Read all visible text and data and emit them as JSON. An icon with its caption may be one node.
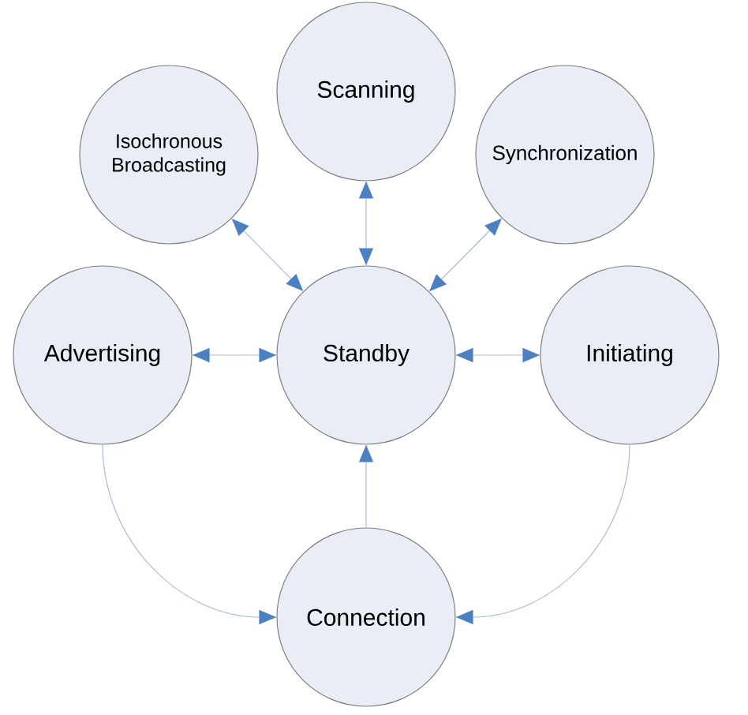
{
  "diagram": {
    "nodes": [
      {
        "text": [
          "Scanning"
        ]
      },
      {
        "text": [
          "Isochronous Broadcasting"
        ]
      },
      {
        "text": [
          "Synchronization"
        ]
      },
      {
        "text": [
          "Advertising"
        ]
      },
      {
        "text": [
          "Standby"
        ]
      },
      {
        "text": [
          "Initiating"
        ]
      },
      {
        "text": [
          "Connection"
        ]
      }
    ],
    "edges": [
      {
        "from": 4,
        "to": 0,
        "arrow": "both"
      },
      {
        "from": 4,
        "to": 1,
        "arrow": "both"
      },
      {
        "from": 4,
        "to": 2,
        "arrow": "both"
      },
      {
        "from": 3,
        "to": 4,
        "arrow": "both"
      },
      {
        "from": 4,
        "to": 5,
        "arrow": "both"
      },
      {
        "from": 6,
        "to": 4,
        "arrow": "to"
      },
      {
        "from": 3,
        "to": 6,
        "arrow": "to"
      },
      {
        "from": 5,
        "to": 6,
        "arrow": "to"
      }
    ]
  }
}
